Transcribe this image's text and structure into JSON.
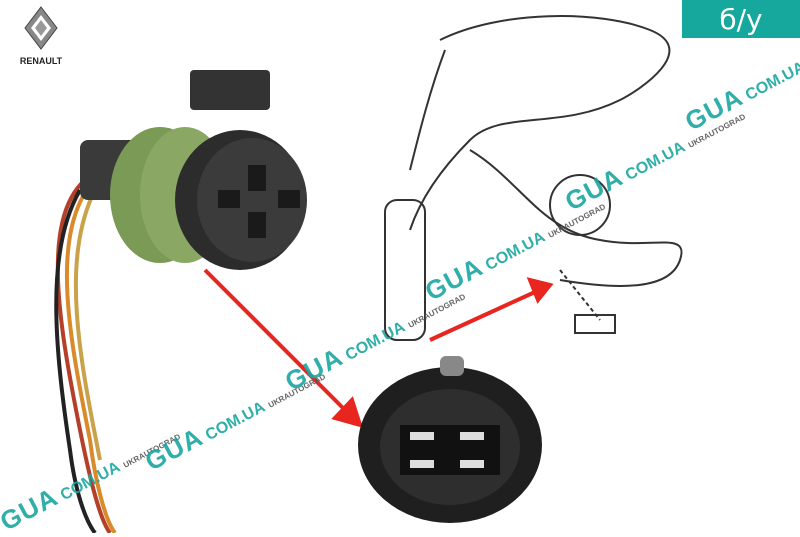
{
  "badge": {
    "label": "б/у",
    "color": "#16a89c"
  },
  "logo": {
    "brand": "RENAULT"
  },
  "watermark": {
    "main": "GUA",
    "domain": "COM.UA",
    "site": "UKRAUTOGRAD"
  },
  "colors": {
    "arrow": "#e8261f",
    "connector_seal": "#7a9a55",
    "connector_body": "#2c2c2c"
  }
}
